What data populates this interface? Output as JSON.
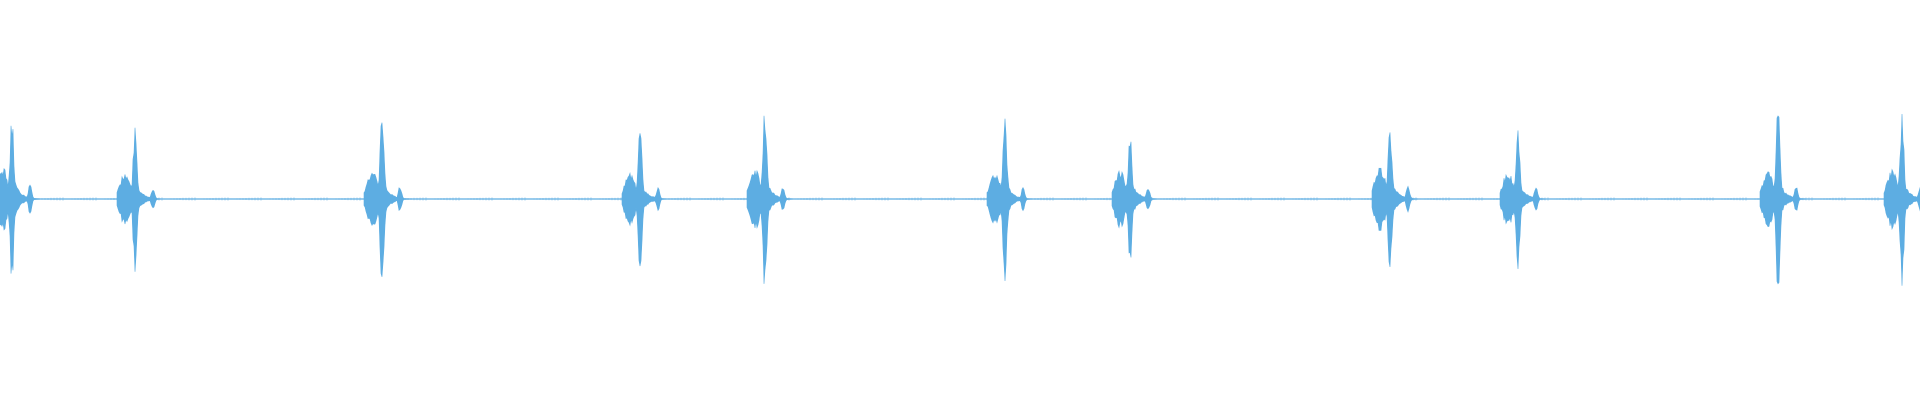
{
  "waveform": {
    "color": "#5dade2",
    "background": "#ffffff",
    "bursts": [
      {
        "amplitude": 0.58,
        "main_spike": 0.78
      },
      {
        "amplitude": 0.45,
        "main_spike": 0.68
      },
      {
        "amplitude": 0.5,
        "main_spike": 0.9
      },
      {
        "amplitude": 0.45,
        "main_spike": 0.72
      },
      {
        "amplitude": 0.52,
        "main_spike": 0.92
      },
      {
        "amplitude": 0.45,
        "main_spike": 0.8
      },
      {
        "amplitude": 0.5,
        "main_spike": 0.62
      },
      {
        "amplitude": 0.58,
        "main_spike": 0.72
      },
      {
        "amplitude": 0.48,
        "main_spike": 0.65
      },
      {
        "amplitude": 0.5,
        "main_spike": 0.9
      },
      {
        "amplitude": 0.5,
        "main_spike": 0.82
      }
    ]
  }
}
